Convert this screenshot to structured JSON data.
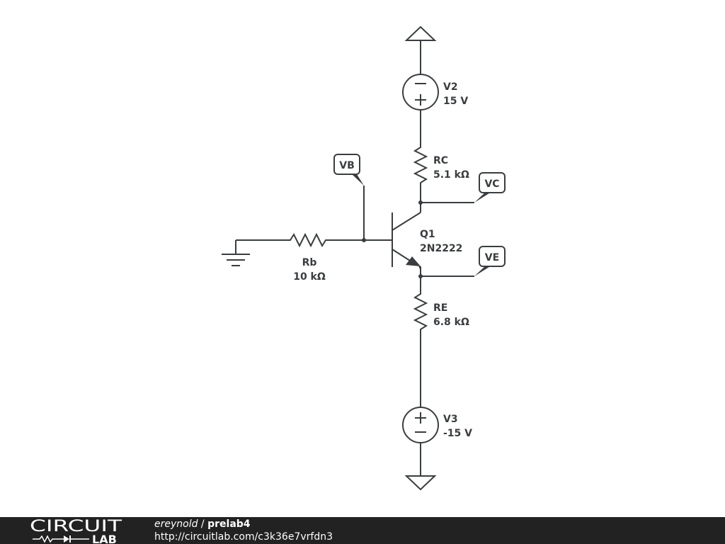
{
  "diagram": {
    "components": {
      "v2": {
        "name": "V2",
        "value": "15 V"
      },
      "rc": {
        "name": "RC",
        "value": "5.1 kΩ"
      },
      "q1": {
        "name": "Q1",
        "value": "2N2222"
      },
      "re": {
        "name": "RE",
        "value": "6.8 kΩ"
      },
      "rb": {
        "name": "Rb",
        "value": "10 kΩ"
      },
      "v3": {
        "name": "V3",
        "value": "-15 V"
      }
    },
    "probes": {
      "vb": "VB",
      "vc": "VC",
      "ve": "VE"
    }
  },
  "footer": {
    "logo_top": "CIRCUIT",
    "logo_bottom": "LAB",
    "author": "ereynold",
    "separator": " / ",
    "title": "prelab4",
    "url": "http://circuitlab.com/c3k36e7vrfdn3"
  },
  "colors": {
    "ink": "#3a3d3f",
    "footer_bg": "#222222",
    "footer_text": "#ffffff"
  }
}
